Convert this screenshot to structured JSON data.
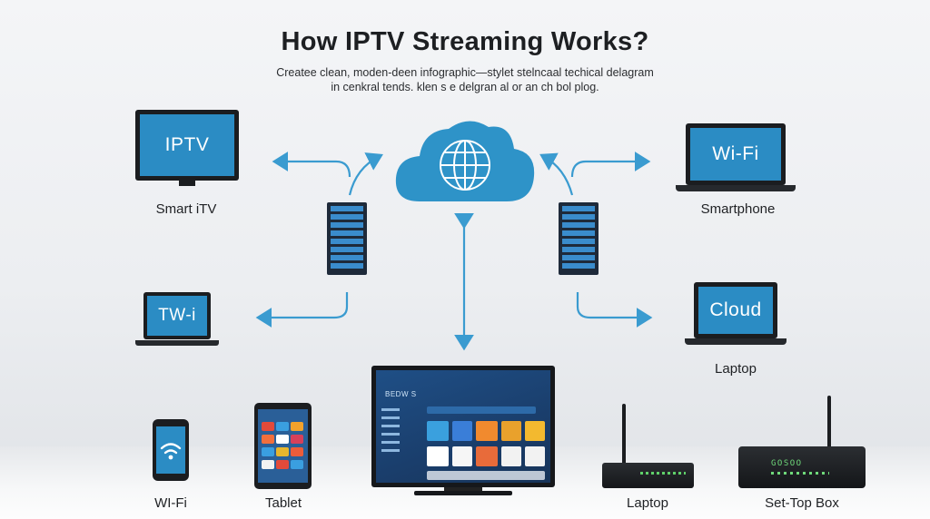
{
  "header": {
    "title": "How IPTV Streaming Works?",
    "subtitle_line1": "Createe clean, moden-deen infographic—stylet stelncaal techical delagram",
    "subtitle_line2": "in cenkral tends. klen s e delgran al or an ch bol plog."
  },
  "devices": {
    "smart_tv": {
      "screen": "IPTV",
      "label": "Smart iTV"
    },
    "laptop_left": {
      "screen": "TW-i"
    },
    "laptop_right_top": {
      "screen": "Wi-Fi",
      "label": "Smartphone"
    },
    "laptop_right_mid": {
      "screen": "Cloud",
      "label": "Laptop"
    },
    "phone": {
      "label": "WI-Fi"
    },
    "tablet": {
      "label": "Tablet"
    },
    "router": {
      "label": "Laptop"
    },
    "set_top_box": {
      "label": "Set-Top Box",
      "display": "GOSOO"
    }
  },
  "big_tv": {
    "header_text": "BEDW S"
  },
  "icons": {
    "cloud": "globe-cloud-icon",
    "servers": "server-rack-icon",
    "wifi": "wifi-icon"
  },
  "colors": {
    "accent_blue": "#2b8cc4",
    "cloud_blue": "#2e93c8",
    "arrow_blue": "#3a9bd0",
    "dark_device": "#1b1d20"
  }
}
